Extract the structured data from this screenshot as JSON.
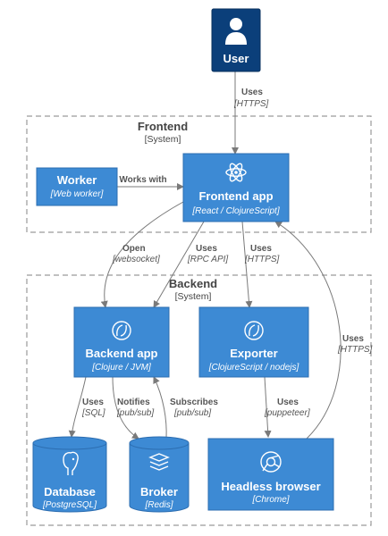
{
  "boundaries": {
    "frontend": {
      "title": "Frontend",
      "type": "[System]"
    },
    "backend": {
      "title": "Backend",
      "type": "[System]"
    }
  },
  "nodes": {
    "user": {
      "name": "User",
      "icon": "person-icon"
    },
    "worker": {
      "name": "Worker",
      "tech": "[Web worker]"
    },
    "frontend_app": {
      "name": "Frontend app",
      "tech": "[React / ClojureScript]",
      "icon": "react-icon"
    },
    "backend_app": {
      "name": "Backend app",
      "tech": "[Clojure / JVM]",
      "icon": "clojure-icon"
    },
    "exporter": {
      "name": "Exporter",
      "tech": "[ClojureScript / nodejs]",
      "icon": "clojure-icon"
    },
    "database": {
      "name": "Database",
      "tech": "[PostgreSQL]",
      "icon": "postgresql-icon"
    },
    "broker": {
      "name": "Broker",
      "tech": "[Redis]",
      "icon": "redis-icon"
    },
    "headless_browser": {
      "name": "Headless browser",
      "tech": "[Chrome]",
      "icon": "chrome-icon"
    }
  },
  "edges": {
    "user_frontend": {
      "label": "Uses",
      "tech": "[HTTPS]"
    },
    "worker_frontend": {
      "label": "Works with",
      "tech": ""
    },
    "frontend_backend_ws": {
      "label": "Open",
      "tech": "[websocket]"
    },
    "frontend_backend_rpc": {
      "label": "Uses",
      "tech": "[RPC API]"
    },
    "frontend_exporter": {
      "label": "Uses",
      "tech": "[HTTPS]"
    },
    "headless_frontend": {
      "label": "Uses",
      "tech": "[HTTPS]"
    },
    "backend_database": {
      "label": "Uses",
      "tech": "[SQL]"
    },
    "backend_broker": {
      "label": "Notifies",
      "tech": "[pub/sub]"
    },
    "broker_backend": {
      "label": "Subscribes",
      "tech": "[pub/sub]"
    },
    "exporter_headless": {
      "label": "Uses",
      "tech": "[puppeteer]"
    }
  }
}
